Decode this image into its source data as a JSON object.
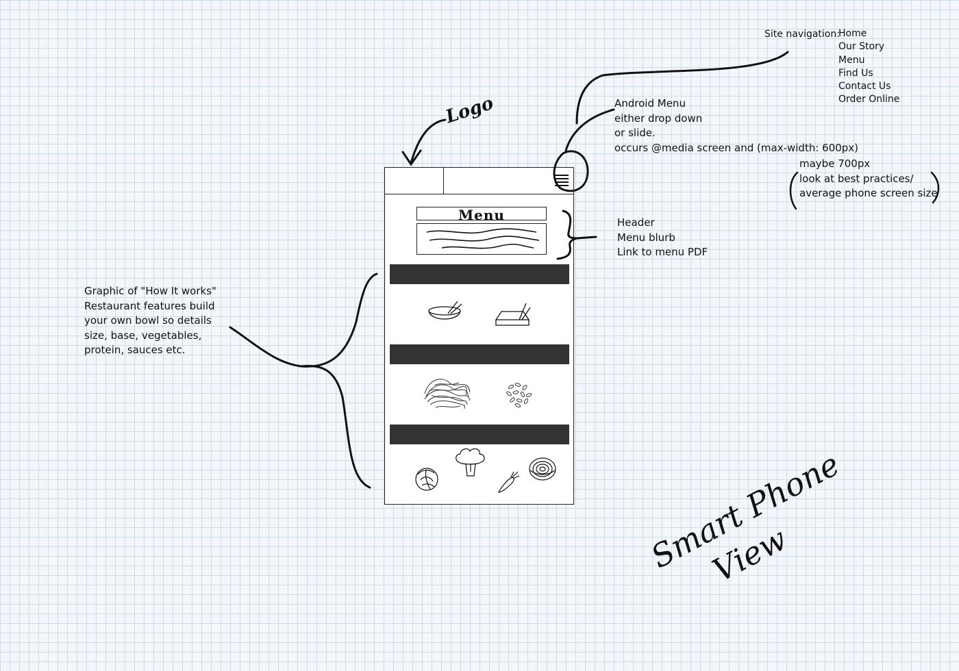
{
  "logo_label": "Logo",
  "site_navigation": {
    "label": "Site navigation:",
    "items": [
      "Home",
      "Our Story",
      "Menu",
      "Find Us",
      "Contact Us",
      "Order Online"
    ]
  },
  "android_menu_note": {
    "lines": [
      "Android Menu",
      "either drop down",
      "or slide.",
      "occurs @media screen and (max-width: 600px)"
    ],
    "sub_lines": [
      "maybe 700px",
      "look at best practices/",
      "average phone screen size"
    ]
  },
  "header_note": {
    "lines": [
      "Header",
      "Menu blurb",
      "Link to menu PDF"
    ]
  },
  "how_it_works_note": {
    "lines": [
      "Graphic of \"How It works\"",
      "Restaurant features build",
      "your own bowl so details",
      "size, base, vegetables,",
      "protein, sauces etc."
    ]
  },
  "phone": {
    "menu_title": "Menu",
    "icons": {
      "row1": [
        "bowl-icon",
        "takeout-box-icon"
      ],
      "row2": [
        "noodles-icon",
        "rice-icon"
      ],
      "row3": [
        "cabbage-icon",
        "broccoli-icon",
        "carrot-icon",
        "onion-icon"
      ]
    }
  },
  "smart_phone_label": {
    "line1": "Smart Phone",
    "line2": "View"
  }
}
